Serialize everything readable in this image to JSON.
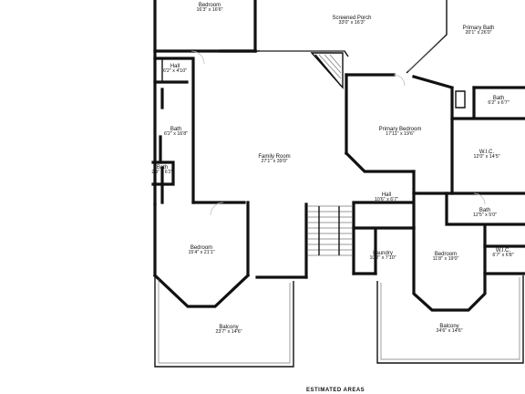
{
  "rooms": {
    "bedroom_top": {
      "name": "Bedroom",
      "dims": "16'3\" x 16'6\""
    },
    "screened_porch": {
      "name": "Screened Porch",
      "dims": "33'0\" x 16'3\""
    },
    "primary_bath": {
      "name": "Primary Bath",
      "dims": "20'1\" x 26'0\""
    },
    "hall_top": {
      "name": "Hall",
      "dims": "6'2\" x 4'10\""
    },
    "bath_right": {
      "name": "Bath",
      "dims": "6'2\" x 6'7\""
    },
    "bath_left": {
      "name": "Bath",
      "dims": "6'2\" x 16'8\""
    },
    "primary_bedroom": {
      "name": "Primary Bedroom",
      "dims": "17'11\" x 19'6\""
    },
    "family_room": {
      "name": "Family Room",
      "dims": "27'1\" x 39'0\""
    },
    "wic_upper": {
      "name": "W.I.C.",
      "dims": "12'0\" x 14'5\""
    },
    "bath_small": {
      "name": "Bath",
      "dims": "2'9\" x 6'2\""
    },
    "hall_mid": {
      "name": "Hall",
      "dims": "10'6\" x 6'7\""
    },
    "bath_mid": {
      "name": "Bath",
      "dims": "12'5\" x 5'0\""
    },
    "bedroom_left": {
      "name": "Bedroom",
      "dims": "15'4\" x 21'1\""
    },
    "laundry": {
      "name": "Laundry",
      "dims": "10'2\" x 7'10\""
    },
    "bedroom_right": {
      "name": "Bedroom",
      "dims": "11'8\" x 19'0\""
    },
    "wic_lower": {
      "name": "W.I.C.",
      "dims": "6'7\" x 6'8\""
    },
    "balcony_left": {
      "name": "Balcony",
      "dims": "23'7\" x 14'6\""
    },
    "balcony_right": {
      "name": "Balcony",
      "dims": "24'6\" x 14'6\""
    }
  },
  "footer": {
    "text": "ESTIMATED AREAS"
  }
}
